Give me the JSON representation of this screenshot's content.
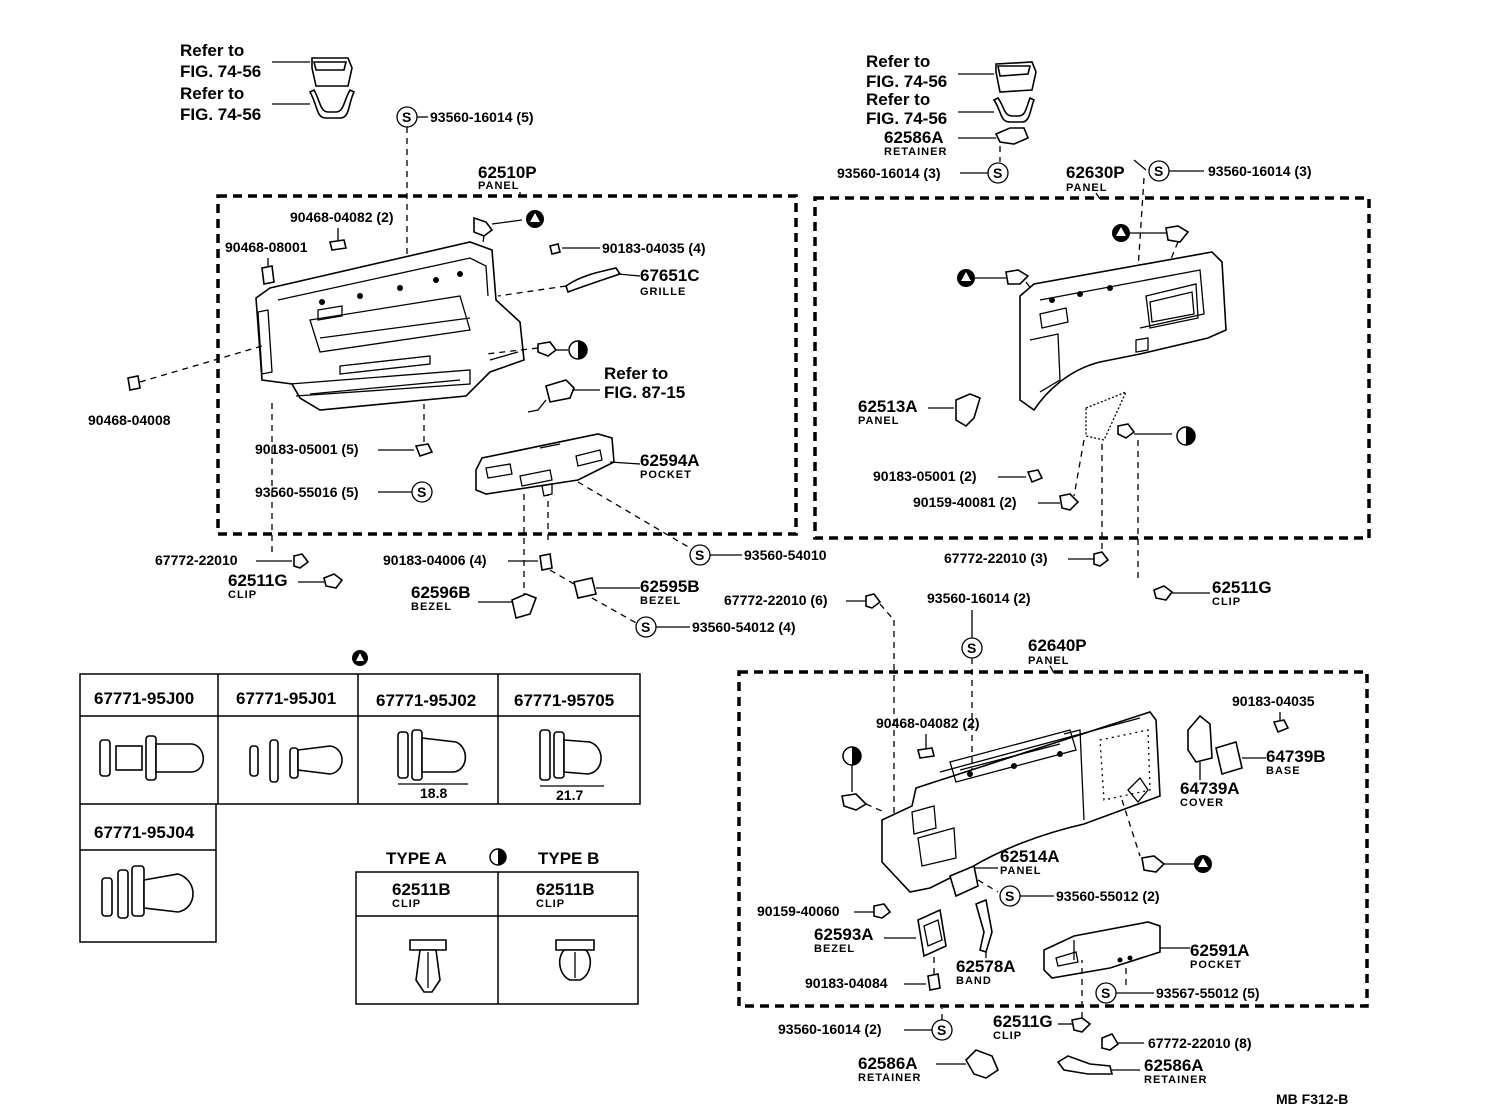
{
  "refs": {
    "refer_to": "Refer to",
    "fig_74_56": "FIG. 74-56",
    "fig_87_15": "FIG. 87-15"
  },
  "left_panel": {
    "part": "62510P",
    "sub": "PANEL",
    "labels": {
      "l93560_16014_5": "93560-16014 (5)",
      "l90468_04082_2": "90468-04082 (2)",
      "l90468_08001": "90468-08001",
      "l90183_04035_4": "90183-04035 (4)",
      "l67651c": "67651C",
      "grille": "GRILLE",
      "l90468_04008": "90468-04008",
      "l90183_05001_5": "90183-05001 (5)",
      "l93560_55016_5": "93560-55016 (5)",
      "l62594a": "62594A",
      "pocket": "POCKET",
      "l93560_54010": "93560-54010",
      "l67772_22010": "67772-22010",
      "l62511g": "62511G",
      "clip": "CLIP",
      "l90183_04006_4": "90183-04006 (4)",
      "l62596b": "62596B",
      "bezel_a": "BEZEL",
      "l62595b": "62595B",
      "bezel_b": "BEZEL",
      "l93560_54012_4": "93560-54012 (4)",
      "l67772_22010_6": "67772-22010 (6)"
    }
  },
  "right_panel": {
    "part": "62630P",
    "sub": "PANEL",
    "labels": {
      "l62586a": "62586A",
      "retainer": "RETAINER",
      "l93560_16014_3a": "93560-16014 (3)",
      "l93560_16014_3b": "93560-16014 (3)",
      "l62513a": "62513A",
      "panel": "PANEL",
      "l90183_05001_2": "90183-05001 (2)",
      "l90159_40081_2": "90159-40081 (2)",
      "l67772_22010_3": "67772-22010 (3)",
      "l62511g": "62511G",
      "clip": "CLIP"
    }
  },
  "lower_panel": {
    "part": "62640P",
    "sub": "PANEL",
    "labels": {
      "l93560_16014_2": "93560-16014 (2)",
      "l90468_04082_2": "90468-04082 (2)",
      "l90183_04035": "90183-04035",
      "l64739b": "64739B",
      "base": "BASE",
      "l64739a": "64739A",
      "cover": "COVER",
      "l62514a": "62514A",
      "panel": "PANEL",
      "l93560_55012_2": "93560-55012 (2)",
      "l90159_40060": "90159-40060",
      "l62593a": "62593A",
      "bezel": "BEZEL",
      "l62578a": "62578A",
      "band": "BAND",
      "l62591a": "62591A",
      "pocket": "POCKET",
      "l90183_04084": "90183-04084",
      "l93567_55012_5": "93567-55012 (5)",
      "l62511g": "62511G",
      "clip": "CLIP",
      "l93560_16014_2b": "93560-16014 (2)",
      "l67772_22010_8": "67772-22010 (8)",
      "l62586a_1": "62586A",
      "retainer_1": "RETAINER",
      "l62586a_2": "62586A",
      "retainer_2": "RETAINER"
    }
  },
  "clip_table": {
    "headers": [
      "67771-95J00",
      "67771-95J01",
      "67771-95J02",
      "67771-95705"
    ],
    "row2_header": "67771-95J04",
    "dim_j02": "18.8",
    "dim_705": "21.7"
  },
  "type_table": {
    "type_a": "TYPE A",
    "type_b": "TYPE B",
    "part_a": "62511B",
    "sub_a": "CLIP",
    "part_b": "62511B",
    "sub_b": "CLIP"
  },
  "footer": {
    "code": "MB  F312-B"
  },
  "symbols": {
    "s": "S"
  }
}
